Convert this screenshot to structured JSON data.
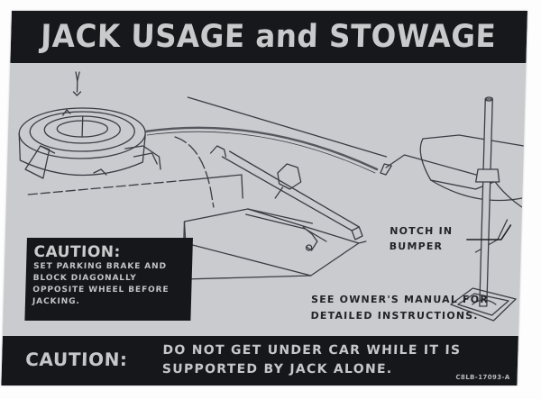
{
  "decal": {
    "title": "JACK USAGE and STOWAGE",
    "colors": {
      "background": "#c9cbce",
      "band": "#17181c",
      "band_text": "#c8cacc",
      "ink": "#232428"
    },
    "illustration": {
      "icons": [
        "spare-tire-with-wing-nut",
        "trunk-jack-stowage",
        "jack-handle-crank",
        "bumper-jack-post",
        "jack-base-plate"
      ]
    },
    "caution_box": {
      "title": "CAUTION:",
      "lines": [
        "SET PARKING BRAKE AND",
        "BLOCK DIAGONALLY",
        "OPPOSITE WHEEL BEFORE",
        "JACKING."
      ]
    },
    "callout": {
      "lines": [
        "NOTCH IN",
        "BUMPER"
      ]
    },
    "manual_note": {
      "lines": [
        "SEE OWNER'S MANUAL FOR",
        "DETAILED INSTRUCTIONS."
      ]
    },
    "footer": {
      "caution_label": "CAUTION:",
      "message_lines": [
        "DO NOT GET UNDER CAR WHILE IT IS",
        "SUPPORTED BY JACK ALONE."
      ],
      "part_number": "C8LB-17093-A"
    }
  }
}
